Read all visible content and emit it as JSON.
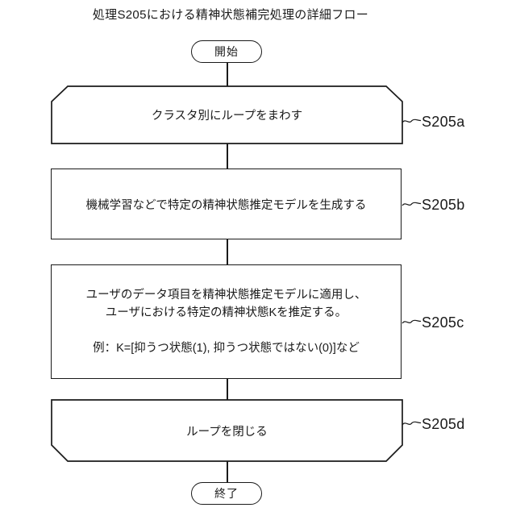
{
  "title": "処理S205における精神状態補完処理の詳細フロー",
  "flow": {
    "start_label": "開始",
    "end_label": "終了",
    "steps": [
      {
        "id": "S205a",
        "type": "loop-begin",
        "text": "クラスタ別にループをまわす"
      },
      {
        "id": "S205b",
        "type": "process",
        "text": "機械学習などで特定の精神状態推定モデルを生成する"
      },
      {
        "id": "S205c",
        "type": "process",
        "text": "ユーザのデータ項目を精神状態推定モデルに適用し、\nユーザにおける特定の精神状態Kを推定する。\n\n例：K=[抑うつ状態(1), 抑うつ状態ではない(0)]など"
      },
      {
        "id": "S205d",
        "type": "loop-end",
        "text": "ループを閉じる"
      }
    ],
    "colors": {
      "stroke": "#1a1a1a",
      "background": "#ffffff"
    }
  }
}
